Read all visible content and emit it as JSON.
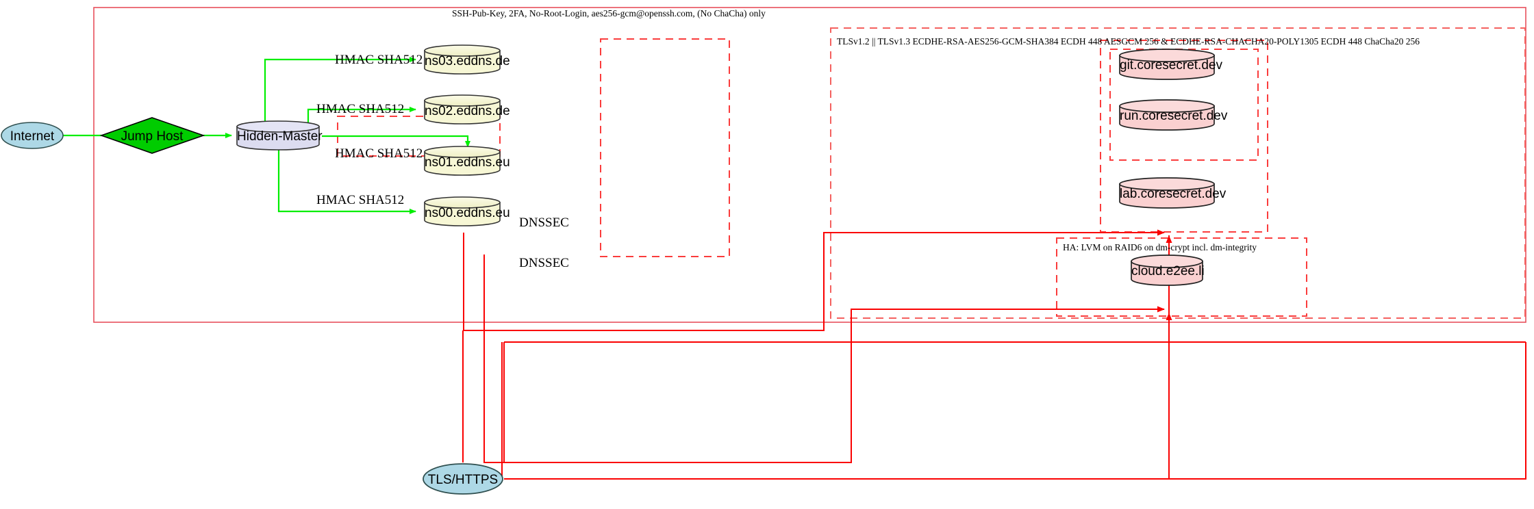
{
  "diagram": {
    "title_top": "SSH-Pub-Key, 2FA, No-Root-Login, aes256-gcm@openssh.com, (No ChaCha) only",
    "boundaries": [
      {
        "name": "ssh-zone",
        "label": "SSH-Pub-Key, 2FA, No-Root-Login, aes256-gcm@openssh.com, (No ChaCha) only",
        "style": "solid",
        "color": "#e8505b"
      },
      {
        "name": "tls-zone",
        "label": "TLSv1.2 || TLSv1.3 ECDHE-RSA-AES256-GCM-SHA384 ECDH 448 AESGCM 256 & ECDHE-RSA-CHACHA20-POLY1305 ECDH 448 ChaCha20 256",
        "style": "dashed",
        "color": "#f4615f"
      },
      {
        "name": "ha-zone",
        "label": "HA: LVM on RAID6 on dm-crypt incl. dm-integrity",
        "style": "dashed",
        "color": "#fa3c3c"
      },
      {
        "name": "hidden-master-zone",
        "label": "",
        "style": "dashed",
        "color": "#fa3c3c"
      },
      {
        "name": "nameserver-zone",
        "label": "",
        "style": "dashed",
        "color": "#fa3c3c"
      },
      {
        "name": "coresecret-outer-zone",
        "label": "",
        "style": "dashed",
        "color": "#fa3c3c"
      },
      {
        "name": "coresecret-inner-zone",
        "label": "",
        "style": "dashed",
        "color": "#fa3c3c"
      }
    ],
    "nodes": [
      {
        "id": "internet",
        "label": "Internet",
        "shape": "ellipse",
        "fill": "#add8e6"
      },
      {
        "id": "jumphost",
        "label": "Jump Host",
        "shape": "diamond",
        "fill": "#00cc00"
      },
      {
        "id": "hiddenmaster",
        "label": "Hidden-Master",
        "shape": "cylinder",
        "fill": "#dcdcf0"
      },
      {
        "id": "ns03",
        "label": "ns03.eddns.de",
        "shape": "cylinder",
        "fill": "#f7f7d5"
      },
      {
        "id": "ns02",
        "label": "ns02.eddns.de",
        "shape": "cylinder",
        "fill": "#f7f7d5"
      },
      {
        "id": "ns01",
        "label": "ns01.eddns.eu",
        "shape": "cylinder",
        "fill": "#f7f7d5"
      },
      {
        "id": "ns00",
        "label": "ns00.eddns.eu",
        "shape": "cylinder",
        "fill": "#f7f7d5"
      },
      {
        "id": "git",
        "label": "git.coresecret.dev",
        "shape": "cylinder",
        "fill": "#fad0d0"
      },
      {
        "id": "run",
        "label": "run.coresecret.dev",
        "shape": "cylinder",
        "fill": "#fad0d0"
      },
      {
        "id": "lab",
        "label": "lab.coresecret.dev",
        "shape": "cylinder",
        "fill": "#fad0d0"
      },
      {
        "id": "cloud",
        "label": "cloud.e2ee.li",
        "shape": "cylinder",
        "fill": "#fad0d0"
      },
      {
        "id": "tlshttps",
        "label": "TLS/HTTPS",
        "shape": "ellipse",
        "fill": "#add8e6"
      }
    ],
    "edges": [
      {
        "from": "internet",
        "to": "jumphost",
        "label": "",
        "color": "#00ee00"
      },
      {
        "from": "jumphost",
        "to": "hiddenmaster",
        "label": "",
        "color": "#00ee00"
      },
      {
        "from": "hiddenmaster",
        "to": "ns03",
        "label": "HMAC SHA512",
        "color": "#00ee00"
      },
      {
        "from": "hiddenmaster",
        "to": "ns02",
        "label": "HMAC SHA512",
        "color": "#00ee00"
      },
      {
        "from": "hiddenmaster",
        "to": "ns01",
        "label": "HMAC SHA512",
        "color": "#00ee00"
      },
      {
        "from": "hiddenmaster",
        "to": "ns00",
        "label": "HMAC SHA512",
        "color": "#00ee00"
      },
      {
        "from": "nameserver-zone",
        "to": "coresecret-outer-zone",
        "label": "DNSSEC",
        "color": "#fa0000"
      },
      {
        "from": "nameserver-zone",
        "to": "ha-zone",
        "label": "DNSSEC",
        "color": "#fa0000"
      },
      {
        "from": "tlshttps",
        "to": "coresecret-outer-zone",
        "label": "",
        "color": "#fa0000"
      },
      {
        "from": "tlshttps",
        "to": "ha-zone",
        "label": "",
        "color": "#fa0000"
      }
    ],
    "edge_labels": [
      {
        "name": "hmac-label-ns03",
        "text": "HMAC SHA512"
      },
      {
        "name": "hmac-label-ns02",
        "text": "HMAC SHA512"
      },
      {
        "name": "hmac-label-ns01",
        "text": "HMAC SHA512"
      },
      {
        "name": "hmac-label-ns00",
        "text": "HMAC SHA512"
      },
      {
        "name": "dnssec-label-1",
        "text": "DNSSEC"
      },
      {
        "name": "dnssec-label-2",
        "text": "DNSSEC"
      }
    ],
    "colors": {
      "green": "#00ee00",
      "red": "#fa0000",
      "zone_red": "#f4615f",
      "blue_fill": "#add8e6",
      "yellow_fill": "#f7f7d5",
      "pink_fill": "#fad0d0",
      "lavender_fill": "#dcdcf0",
      "jump_green": "#00cc00"
    }
  }
}
